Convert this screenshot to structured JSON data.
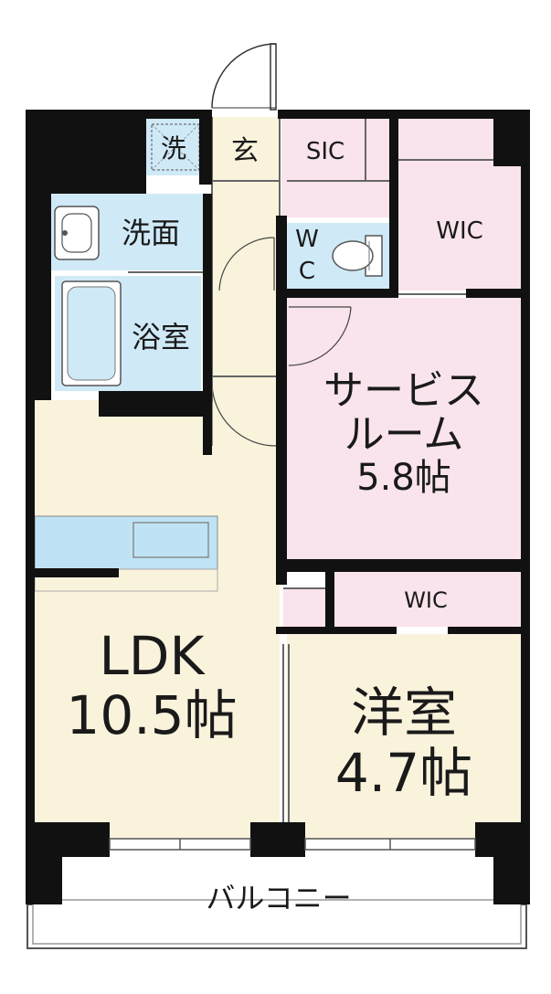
{
  "labels": {
    "laundry": "洗",
    "entrance": "玄",
    "sic": "SIC",
    "washroom": "洗面",
    "wc_top": "W",
    "wc_bottom": "C",
    "wic_top": "WIC",
    "bathroom": "浴室",
    "service_room_line1": "サービス",
    "service_room_line2": "ルーム",
    "service_room_area": "5.8帖",
    "wic_mid": "WIC",
    "ldk_name": "LDK",
    "ldk_area": "10.5帖",
    "western_name": "洋室",
    "western_area": "4.7帖",
    "balcony": "バルコニー"
  },
  "colors": {
    "wall": "#111111",
    "ldk_floor": "#faf3dc",
    "wet_area": "#cfe9f7",
    "storage": "#f9e3ec",
    "service_room": "#f9e3ec",
    "fixture": "#bfe3f4"
  }
}
